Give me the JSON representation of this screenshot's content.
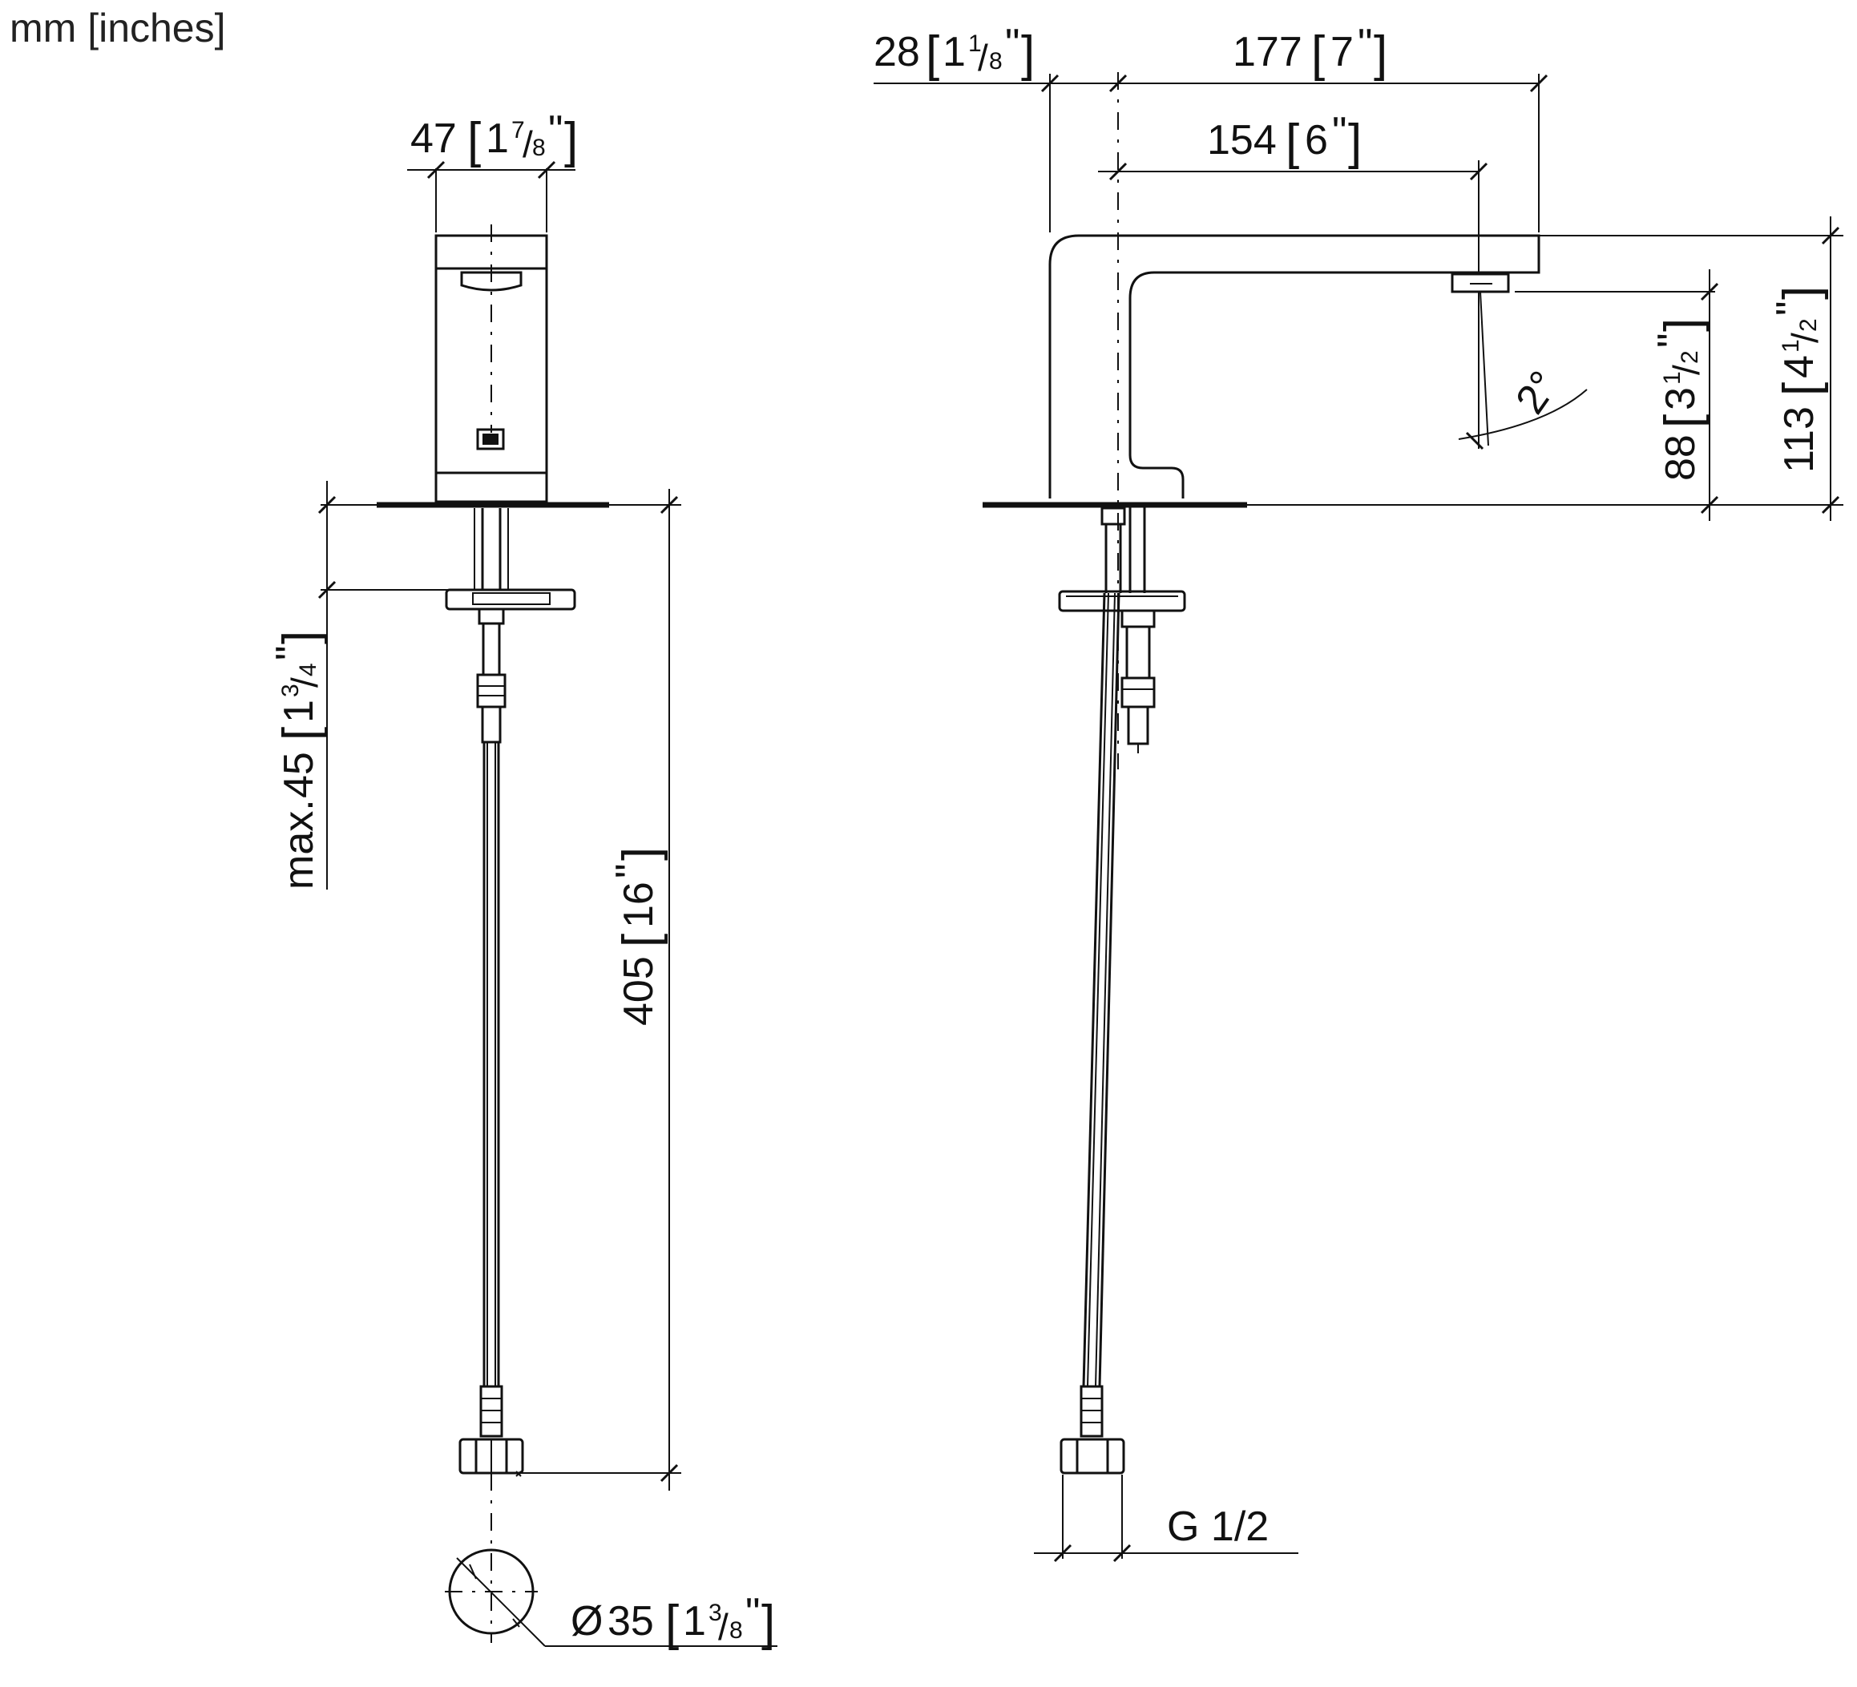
{
  "units_label": "mm [inches]",
  "dimensions": {
    "width_front": {
      "mm": "47",
      "in_whole": "1",
      "in_num": "7",
      "in_den": "8",
      "quote": "\""
    },
    "spout_start": {
      "mm": "28",
      "in_whole": "1",
      "in_num": "1",
      "in_den": "8",
      "quote": "\""
    },
    "spout_reach": {
      "mm": "177",
      "in_whole": "7",
      "quote": "\""
    },
    "outlet_reach": {
      "mm": "154",
      "in_whole": "6",
      "quote": "\""
    },
    "outlet_height": {
      "mm": "88",
      "in_whole": "3",
      "in_num": "1",
      "in_den": "2",
      "quote": "\""
    },
    "total_height": {
      "mm": "113",
      "in_whole": "4",
      "in_num": "1",
      "in_den": "2",
      "quote": "\""
    },
    "spray_angle": {
      "value": "2°"
    },
    "max_deck": {
      "prefix": "max.",
      "mm": "45",
      "in_whole": "1",
      "in_num": "3",
      "in_den": "4",
      "quote": "\""
    },
    "hose_length": {
      "mm": "405",
      "in_whole": "16",
      "quote": "\""
    },
    "thread": {
      "label": "G 1/2"
    },
    "diameter": {
      "symbol": "Ø",
      "mm": "35",
      "in_whole": "1",
      "in_num": "3",
      "in_den": "8",
      "quote": "\""
    }
  }
}
